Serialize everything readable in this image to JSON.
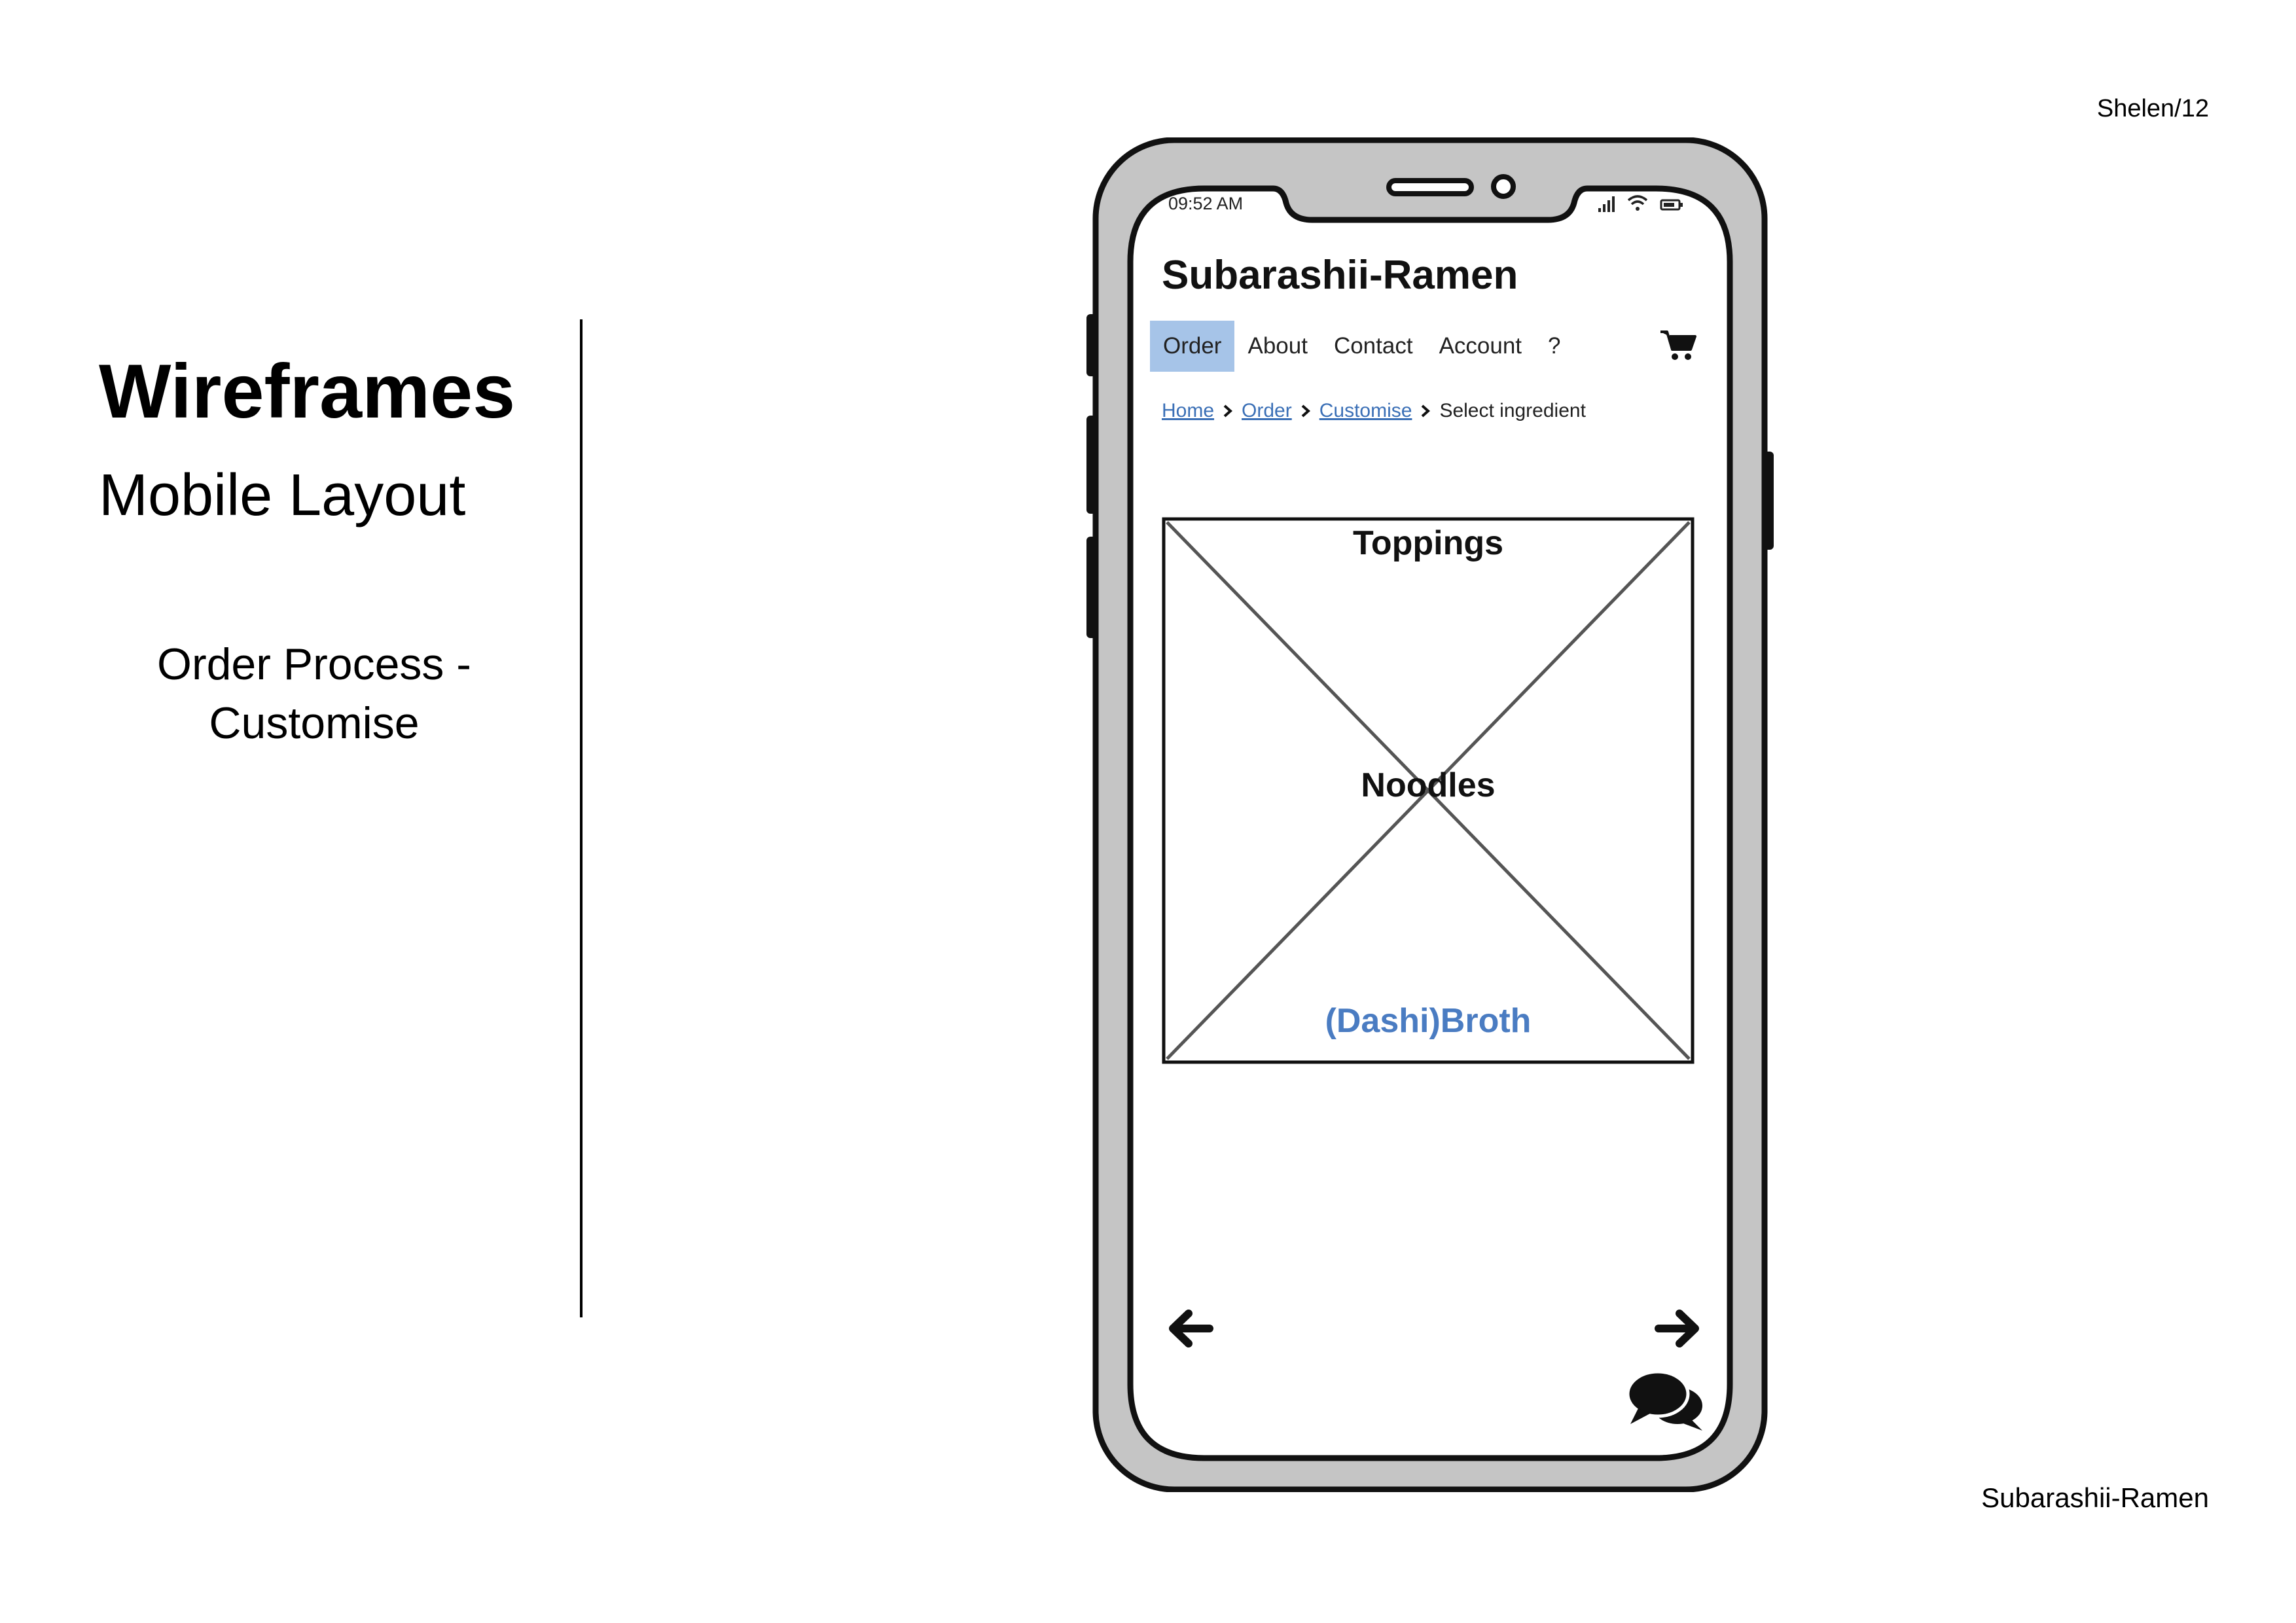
{
  "slide": {
    "title": "Wireframes",
    "subtitle": "Mobile Layout",
    "section": "Order Process - Customise",
    "page_number": "Shelen/12",
    "footer": "Subarashii-Ramen"
  },
  "phone": {
    "status_time": "09:52 AM",
    "status_icons": [
      "signal-icon",
      "wifi-icon",
      "battery-icon"
    ],
    "app_title": "Subarashii-Ramen",
    "nav": {
      "items": [
        {
          "label": "Order",
          "active": true
        },
        {
          "label": "About",
          "active": false
        },
        {
          "label": "Contact",
          "active": false
        },
        {
          "label": "Account",
          "active": false
        },
        {
          "label": "?",
          "active": false
        }
      ],
      "cart_icon": "shopping-cart-icon"
    },
    "breadcrumb": {
      "links": [
        "Home",
        "Order",
        "Customise"
      ],
      "current": "Select ingredient"
    },
    "placeholder": {
      "labels": {
        "top": "Toppings",
        "middle": "Noodles",
        "bottom": "(Dashi)Broth"
      }
    },
    "icons": {
      "back": "arrow-left-icon",
      "forward": "arrow-right-icon",
      "chat": "chat-bubbles-icon"
    }
  },
  "colors": {
    "nav_active_bg": "#a6c4e8",
    "link": "#3a6fb6",
    "broth_label": "#4a7cc2",
    "phone_body": "#c5c5c5"
  }
}
